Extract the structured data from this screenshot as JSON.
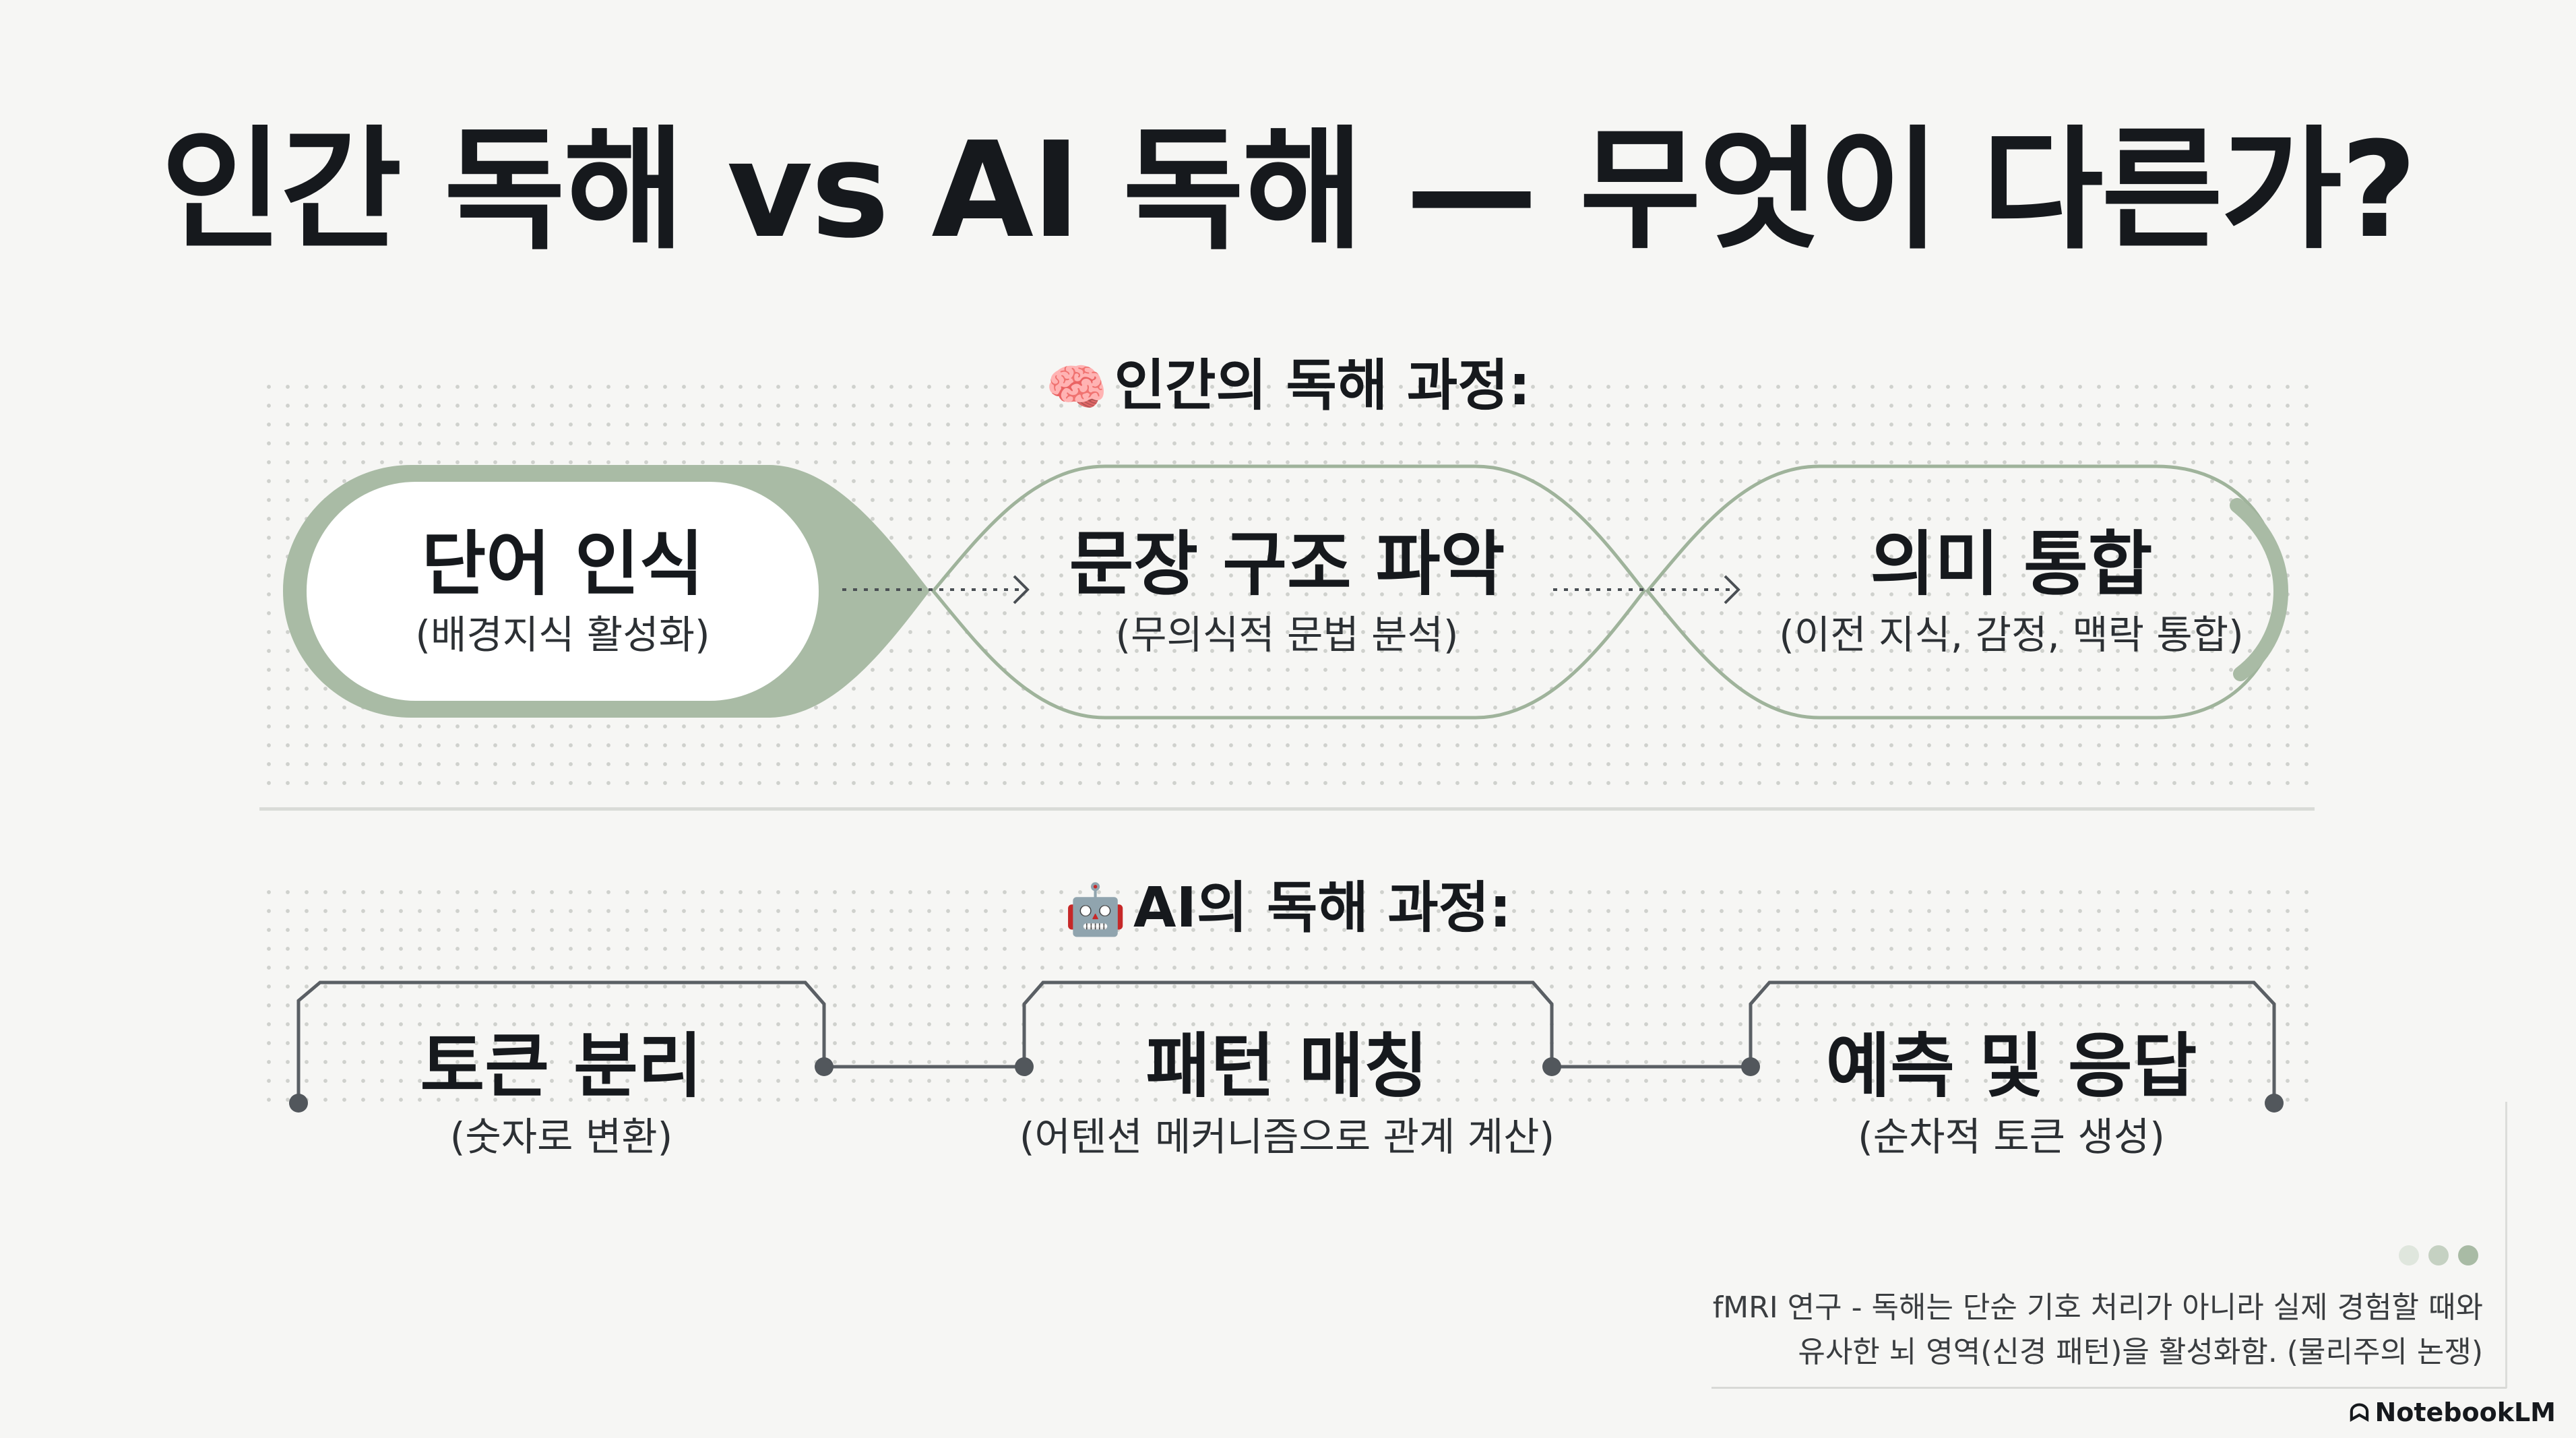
{
  "title": "인간 독해 vs AI 독해 — 무엇이 다른가?",
  "human": {
    "emoji": "🧠",
    "label": "인간의 독해 과정:",
    "steps": [
      {
        "title": "단어 인식",
        "sub": "(배경지식 활성화)"
      },
      {
        "title": "문장 구조 파악",
        "sub": "(무의식적 문법 분석)"
      },
      {
        "title": "의미 통합",
        "sub": "(이전 지식, 감정, 맥락 통합)"
      }
    ]
  },
  "ai": {
    "emoji": "🤖",
    "label": "AI의 독해 과정:",
    "steps": [
      {
        "title": "토큰 분리",
        "sub": "(숫자로 변환)"
      },
      {
        "title": "패턴 매칭",
        "sub": "(어텐션 메커니즘으로 관계 계산)"
      },
      {
        "title": "예측 및 응답",
        "sub": "(순차적 토큰 생성)"
      }
    ]
  },
  "footnote": {
    "line1": "fMRI 연구 - 독해는 단순 기호 처리가 아니라 실제 경험할 때와",
    "line2": "유사한 뇌 영역(신경 패턴)을 활성화함. (물리주의 논쟁)"
  },
  "brand": "NotebookLM",
  "colors": {
    "accent_green": "#a9bba5",
    "outline_green": "#9fb39b",
    "dot_inactive": "#dfe6dd",
    "dot_active": "#a9bba5"
  }
}
